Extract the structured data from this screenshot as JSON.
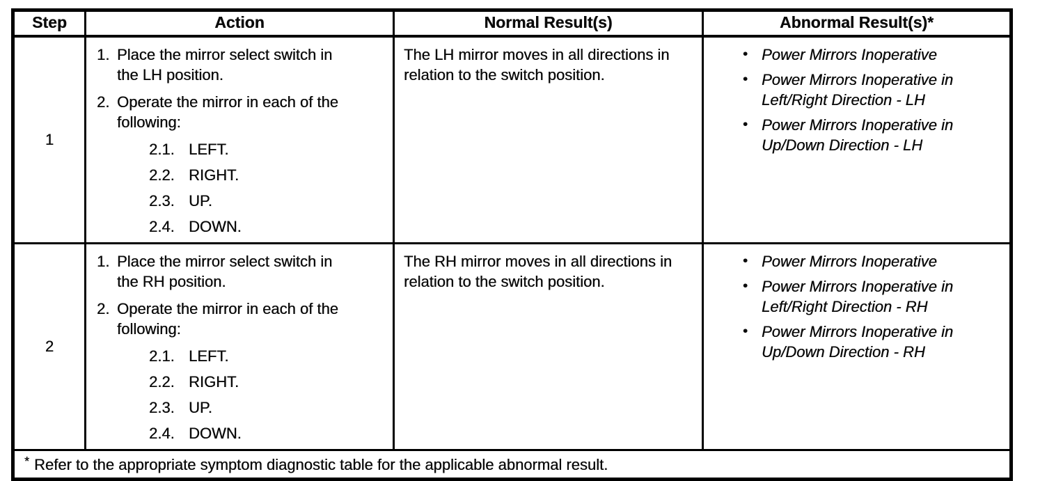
{
  "colors": {
    "ink": "#0b0b0b",
    "paper": "#ffffff",
    "border": "#000000"
  },
  "bullet_char": "•",
  "table": {
    "headers": [
      "Step",
      "Action",
      "Normal Result(s)",
      "Abnormal Result(s)*"
    ],
    "rows": [
      {
        "step": "1",
        "actions": [
          {
            "num": "1.",
            "text": "Place the mirror select switch in the LH position."
          },
          {
            "num": "2.",
            "text": "Operate the mirror in each of the following:"
          }
        ],
        "sub_actions": [
          {
            "num": "2.1.",
            "text": "LEFT."
          },
          {
            "num": "2.2.",
            "text": "RIGHT."
          },
          {
            "num": "2.3.",
            "text": "UP."
          },
          {
            "num": "2.4.",
            "text": "DOWN."
          }
        ],
        "normal": "The LH mirror moves in all directions in relation to the switch position.",
        "abnormal": [
          "Power Mirrors Inoperative",
          "Power Mirrors Inoperative in Left/Right Direction - LH",
          "Power Mirrors Inoperative in Up/Down Direction - LH"
        ]
      },
      {
        "step": "2",
        "actions": [
          {
            "num": "1.",
            "text": "Place the mirror select switch in the RH position."
          },
          {
            "num": "2.",
            "text": "Operate the mirror in each of the following:"
          }
        ],
        "sub_actions": [
          {
            "num": "2.1.",
            "text": "LEFT."
          },
          {
            "num": "2.2.",
            "text": "RIGHT."
          },
          {
            "num": "2.3.",
            "text": "UP."
          },
          {
            "num": "2.4.",
            "text": "DOWN."
          }
        ],
        "normal": "The RH mirror moves in all directions in relation to the switch position.",
        "abnormal": [
          "Power Mirrors Inoperative",
          "Power Mirrors Inoperative in Left/Right Direction - RH",
          "Power Mirrors Inoperative in Up/Down Direction - RH"
        ]
      }
    ],
    "footnote": {
      "marker": "*",
      "text": "Refer to the appropriate symptom diagnostic table for the applicable abnormal result."
    }
  }
}
